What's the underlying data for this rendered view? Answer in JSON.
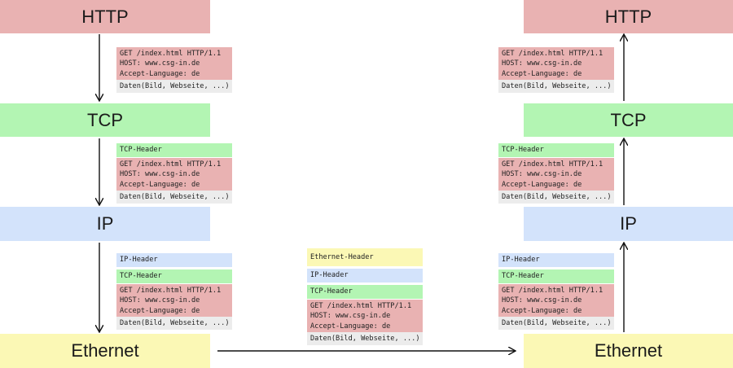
{
  "layers": {
    "http": "HTTP",
    "tcp": "TCP",
    "ip": "IP",
    "ethernet": "Ethernet"
  },
  "headers": {
    "tcp": "TCP-Header",
    "ip": "IP-Header",
    "ethernet": "Ethernet-Header"
  },
  "payload": {
    "request_line": "GET /index.html HTTP/1.1",
    "host": "HOST: www.csg-in.de",
    "language": "Accept-Language: de",
    "data": "Daten(Bild, Webseite, ...)"
  },
  "colors": {
    "http": "#e9b2b2",
    "tcp": "#b3f5b3",
    "ip": "#d3e3fb",
    "ethernet": "#fbf8b5",
    "data": "#ececec"
  }
}
